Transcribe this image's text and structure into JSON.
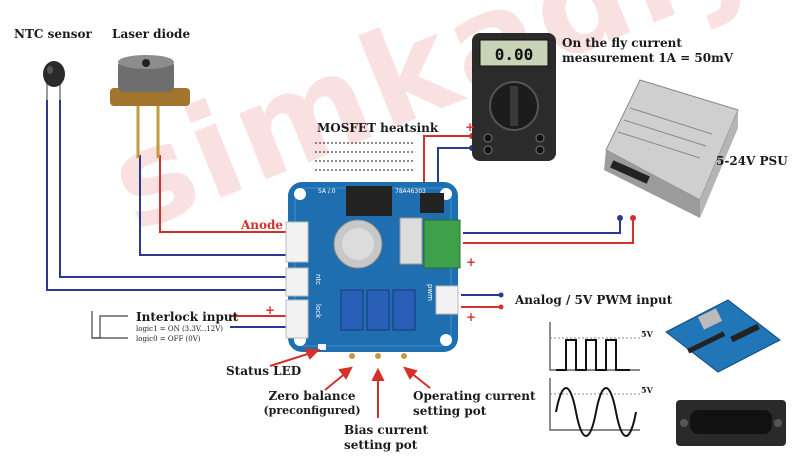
{
  "labels": {
    "ntc": "NTC sensor",
    "laser": "Laser diode",
    "meter_line1": "On the fly current",
    "meter_line2": "measurement 1A = 50mV",
    "heatsink": "MOSFET heatsink",
    "psu": "5-24V PSU",
    "anode": "Anode",
    "interlock": "Interlock input",
    "logic1": "logic1 = ON (3.3V...12V)",
    "logic0": "logic0 = OFF (0V)",
    "analog": "Analog / 5V PWM input",
    "status_led": "Status LED",
    "zero_line1": "Zero balance",
    "zero_line2": "(preconfigured)",
    "bias_line1": "Bias current",
    "bias_line2": "setting pot",
    "op_line1": "Operating current",
    "op_line2": "setting pot",
    "v5_top": "5V",
    "v5_bottom": "5V",
    "plus1": "+",
    "plus2": "+",
    "plus3": "+",
    "plus4": "+"
  },
  "meter": {
    "display": "0.00"
  },
  "board": {
    "marking_a": "5A /.0",
    "marking_b": "78A46303",
    "conn_ntc": "ntc",
    "conn_lock": "lock",
    "conn_pwm": "pwm"
  },
  "colors": {
    "wire_blue": "#2b3a8f",
    "wire_red": "#d6302b",
    "board": "#1f6fb0"
  }
}
